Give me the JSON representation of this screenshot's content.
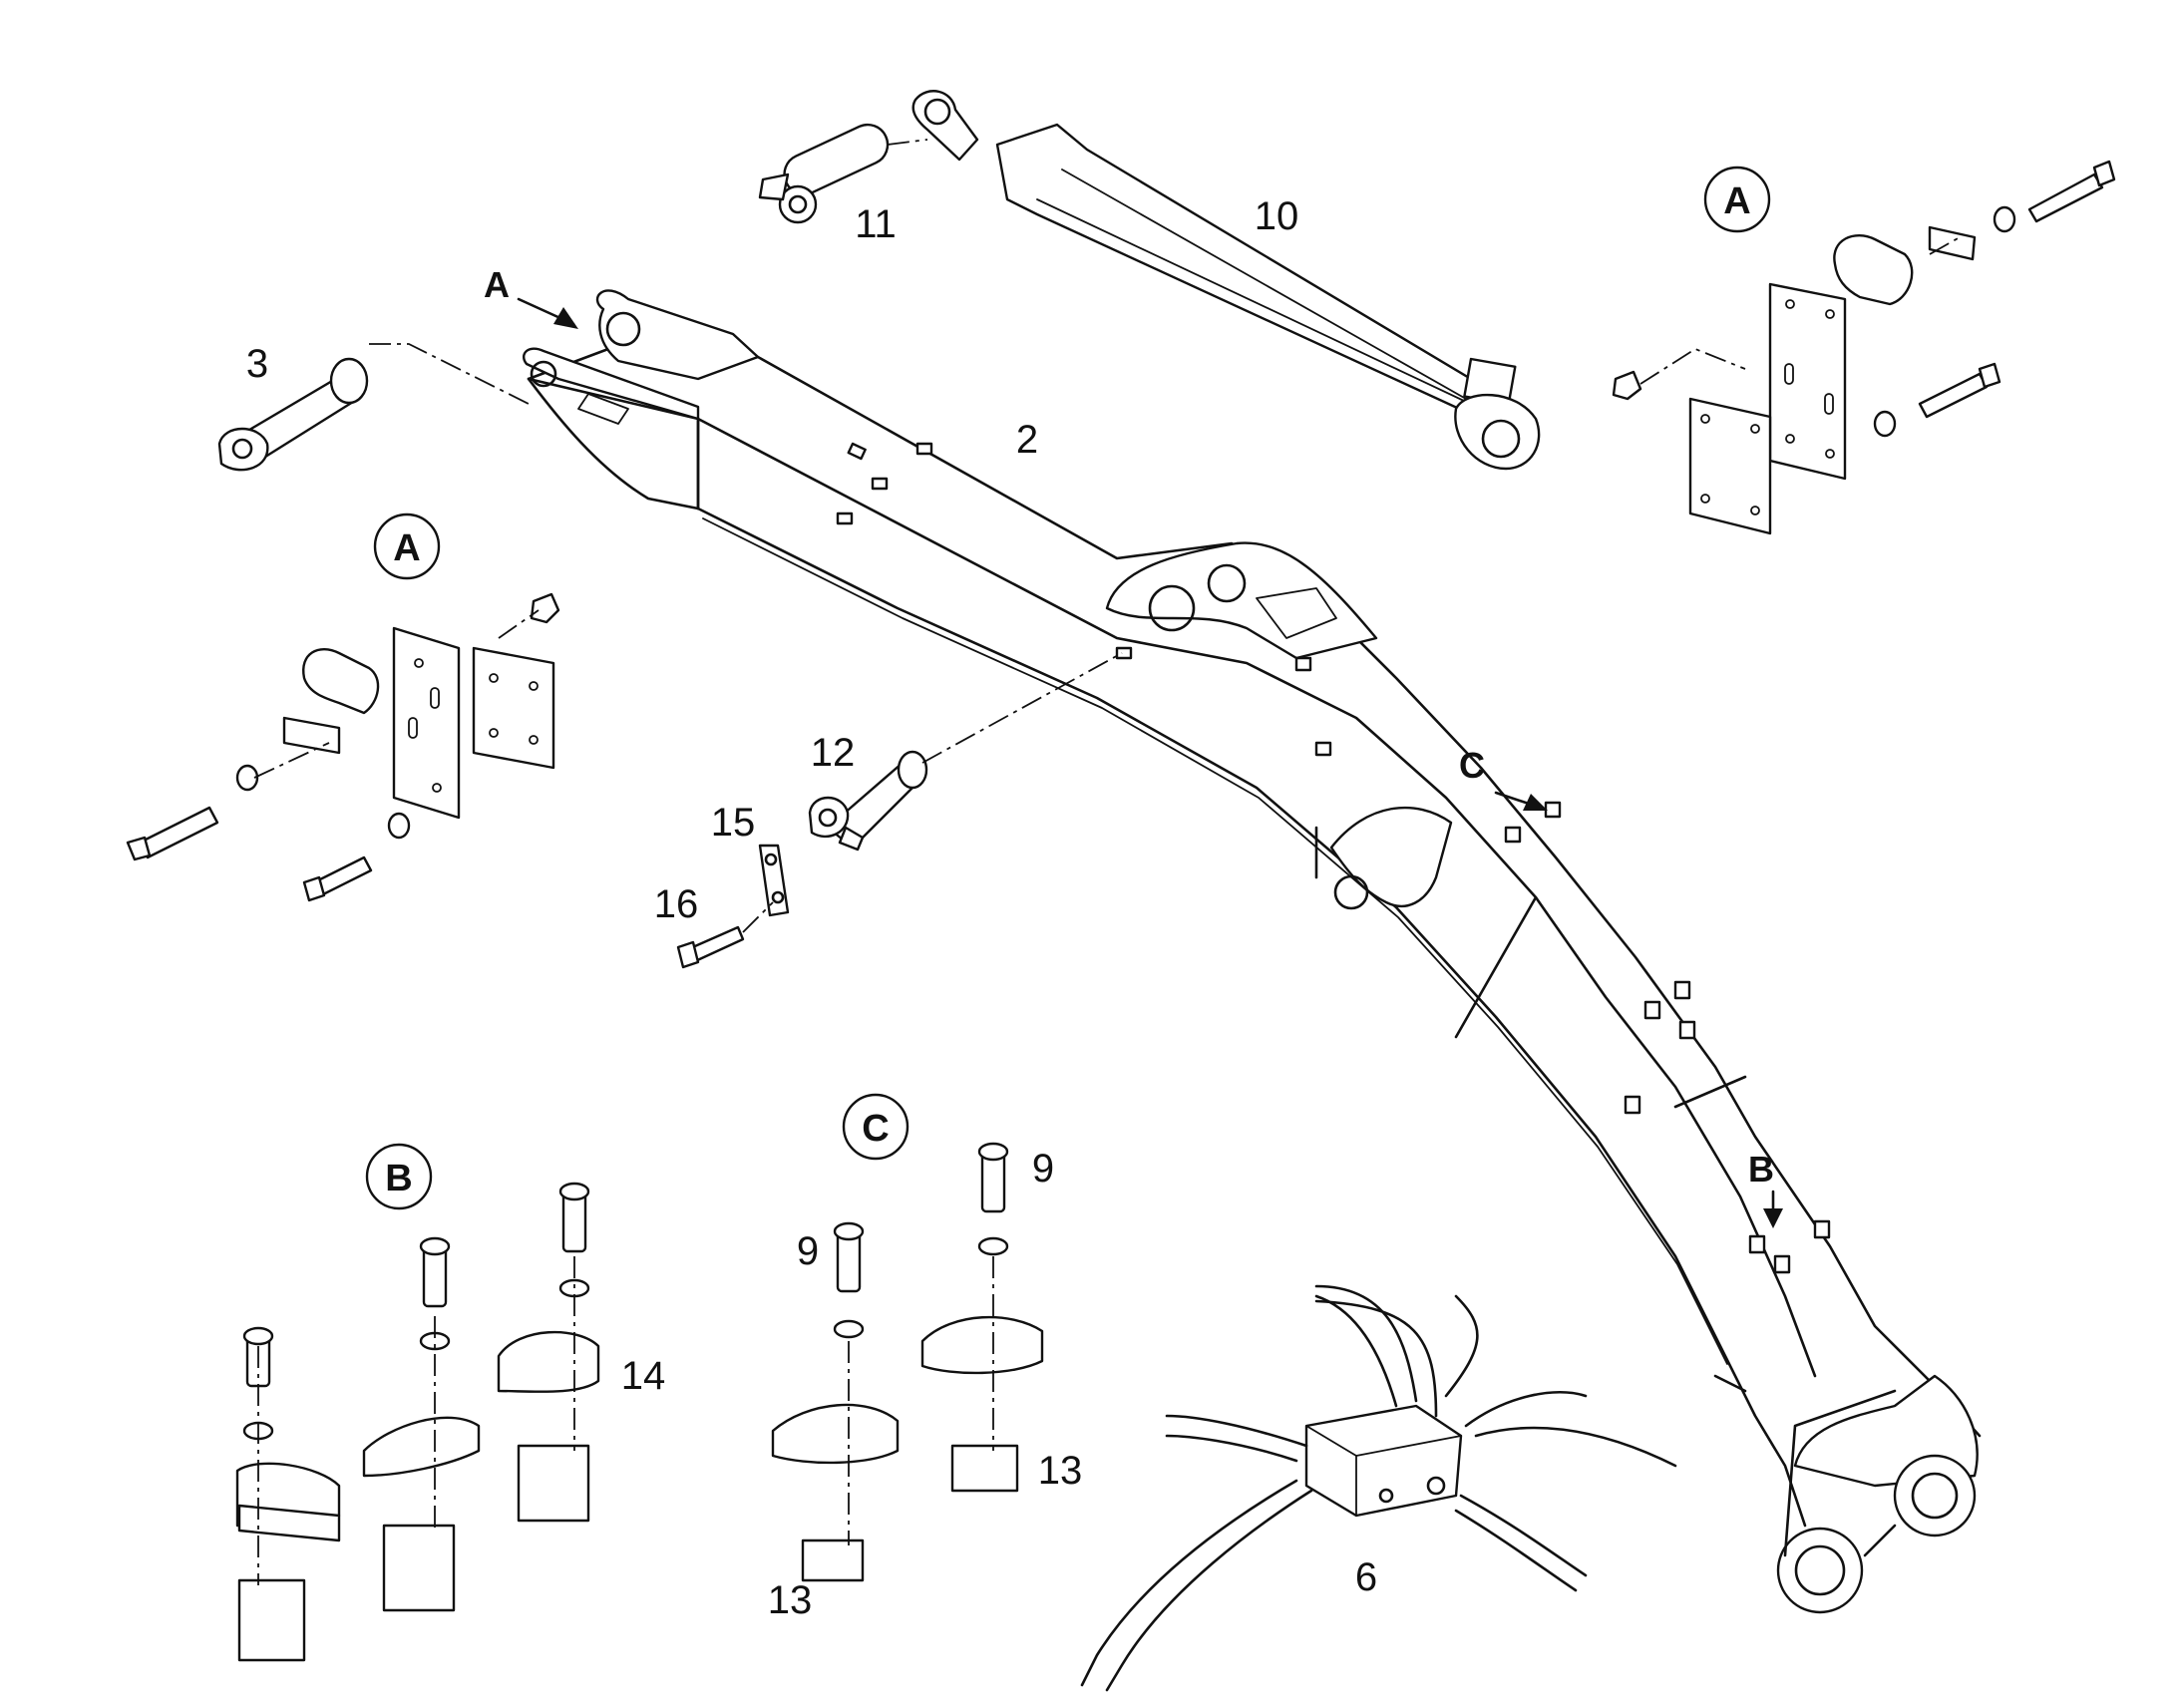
{
  "parts": {
    "p2": "2",
    "p3": "3",
    "p6": "6",
    "p9a": "9",
    "p9b": "9",
    "p10": "10",
    "p11": "11",
    "p12": "12",
    "p13a": "13",
    "p13b": "13",
    "p14": "14",
    "p15": "15",
    "p16": "16"
  },
  "details": {
    "a_top": "A",
    "a_left": "A",
    "b": "B",
    "c": "C"
  },
  "arrows": {
    "a": "A",
    "b": "B",
    "c": "C"
  }
}
